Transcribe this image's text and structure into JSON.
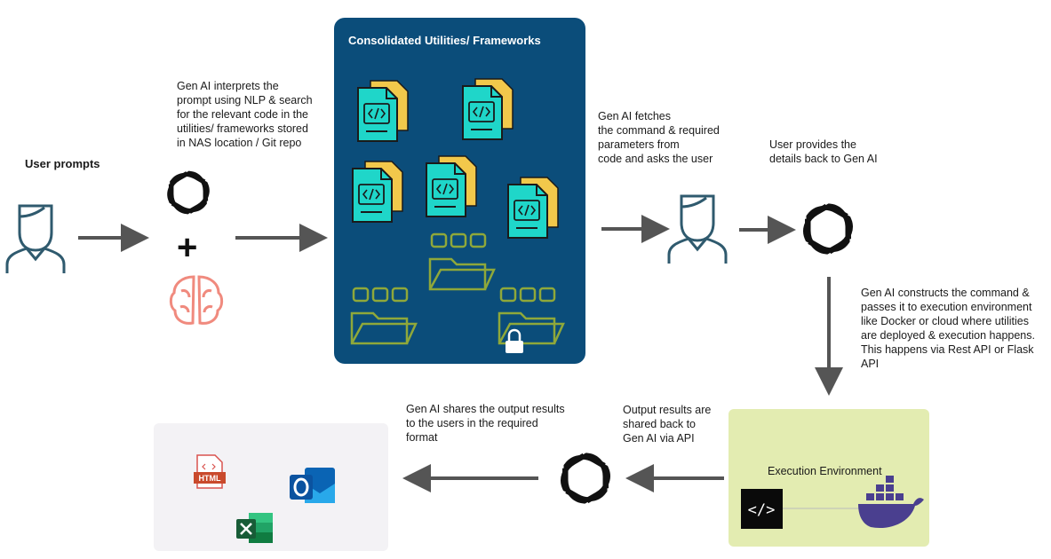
{
  "panel": {
    "title": "Consolidated Utilities/ Frameworks"
  },
  "labels": {
    "user_prompts": "User prompts",
    "gen_ai_interprets": "Gen AI interprets the\nprompt using NLP & search\nfor the relevant code in the\nutilities/ frameworks stored\nin NAS location / Git repo",
    "gen_ai_fetches": "Gen AI fetches\nthe command & required\nparameters  from\ncode and  asks the user",
    "user_provides": "User provides the\ndetails back to Gen AI",
    "gen_ai_constructs": "Gen AI constructs the command &\n passes it to execution environment\n like Docker or cloud where utilities\n are deployed & execution happens.\n This happens via Rest API or Flask\n API",
    "output_results": "Output results are\nshared back to\nGen AI via API",
    "gen_ai_shares": "Gen AI shares the output results\nto the users in the required\nformat",
    "execution_environment": "Execution Environment",
    "plus": "+"
  },
  "icons": {
    "html_file": "HTML",
    "code_tag": "</>",
    "code_badge": "</>"
  },
  "colors": {
    "panel": "#0b4d7a",
    "file_teal": "#1fd6c9",
    "file_yellow": "#f2c84b",
    "folder_green": "#8fa83a",
    "arrow": "#555555",
    "user_icon": "#2f5a6e",
    "brain": "#f08a7e",
    "exec_bg": "#e3ecb1",
    "docker": "#4a3f8f",
    "outlook": "#0a64b4",
    "excel": "#1d7a45"
  }
}
